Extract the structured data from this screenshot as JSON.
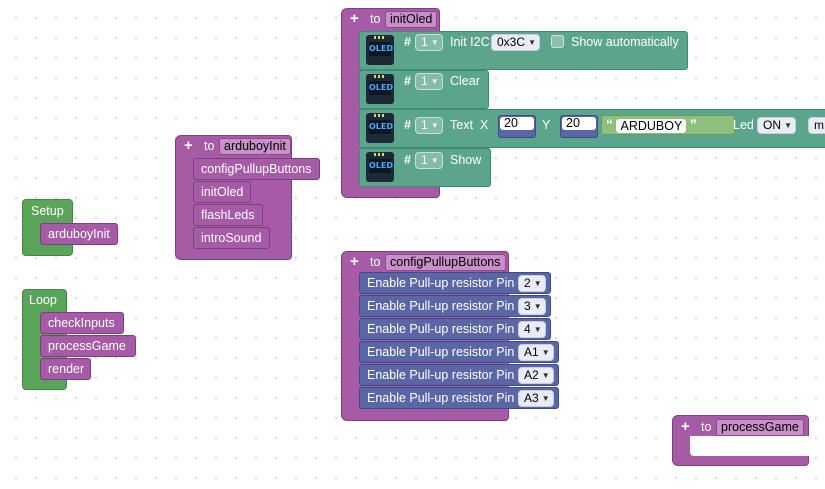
{
  "setup": {
    "label": "Setup",
    "call": "arduboyInit"
  },
  "loop": {
    "label": "Loop",
    "calls": [
      "checkInputs",
      "processGame",
      "render"
    ]
  },
  "arduboy_init": {
    "to_label": "to",
    "name": "arduboyInit",
    "calls": [
      "configPullupButtons",
      "initOled",
      "flashLeds",
      "introSound"
    ]
  },
  "init_oled": {
    "to_label": "to",
    "name": "initOled",
    "oled_icon_text": "OLED",
    "hash": "#",
    "row1": {
      "num": "1",
      "label": "Init I2C",
      "addr": "0x3C",
      "checkbox_label": "Show automatically"
    },
    "row2": {
      "num": "1",
      "label": "Clear"
    },
    "row3": {
      "num": "1",
      "label": "Text",
      "x_label": "X",
      "x": "20",
      "y_label": "Y",
      "y": "20",
      "open_quote": "“",
      "text": "ARDUBOY",
      "close_quote": "”",
      "led_label": "Led",
      "led": "ON",
      "more": "m"
    },
    "row4": {
      "num": "1",
      "label": "Show"
    }
  },
  "config_pullup": {
    "to_label": "to",
    "name": "configPullupButtons",
    "row_label": "Enable Pull-up resistor Pin",
    "pins": [
      "2",
      "3",
      "4",
      "A1",
      "A2",
      "A3"
    ]
  },
  "process_game": {
    "to_label": "to",
    "name": "processGame"
  },
  "icons": {
    "plus": "+",
    "dropdown": "▼"
  },
  "colors": {
    "green": "#5ba55b",
    "purple": "#a55ba5",
    "teal": "#5ba58c",
    "blue": "#5b67a5"
  }
}
